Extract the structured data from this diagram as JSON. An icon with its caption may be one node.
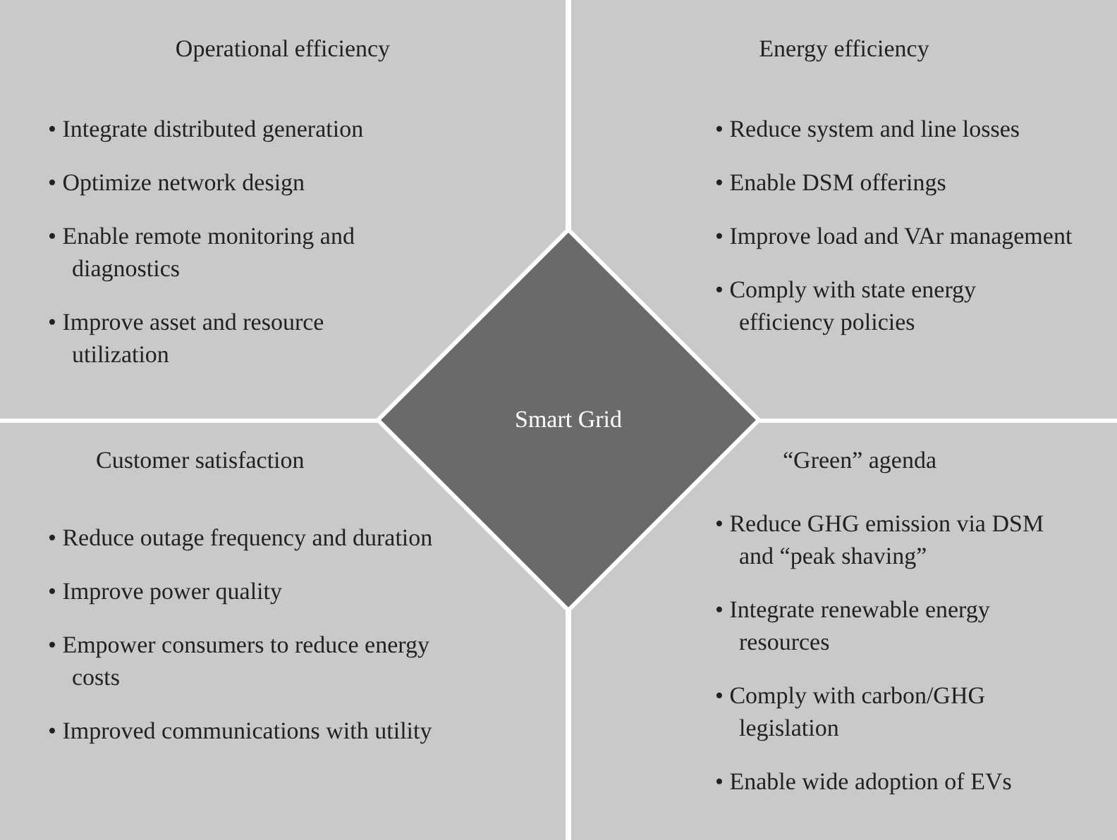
{
  "diagram": {
    "nodes": [
      {
        "text": [
          "Operational efficiency",
          "• Integrate distributed generation",
          "• Optimize network design",
          "• Enable remote monitoring and diagnostics",
          "• Improve asset and resource utilization"
        ]
      },
      {
        "text": [
          "Energy efficiency",
          "• Reduce system and line losses",
          "• Enable DSM offerings",
          "• Improve load and VAr management",
          "• Comply with state energy efficiency policies"
        ]
      },
      {
        "text": [
          "Smart Grid"
        ]
      },
      {
        "text": [
          "Customer satisfaction",
          "• Reduce outage frequency and duration",
          "• Improve power quality",
          "• Empower consumers to reduce energy costs",
          "• Improved communications with utility"
        ]
      },
      {
        "text": [
          "“Green” agenda",
          "• Reduce GHG emission via DSM and “peak shaving”",
          "• Integrate renewable energy resources",
          "• Comply with carbon/GHG legislation",
          "• Enable wide adoption of EVs"
        ]
      }
    ]
  }
}
